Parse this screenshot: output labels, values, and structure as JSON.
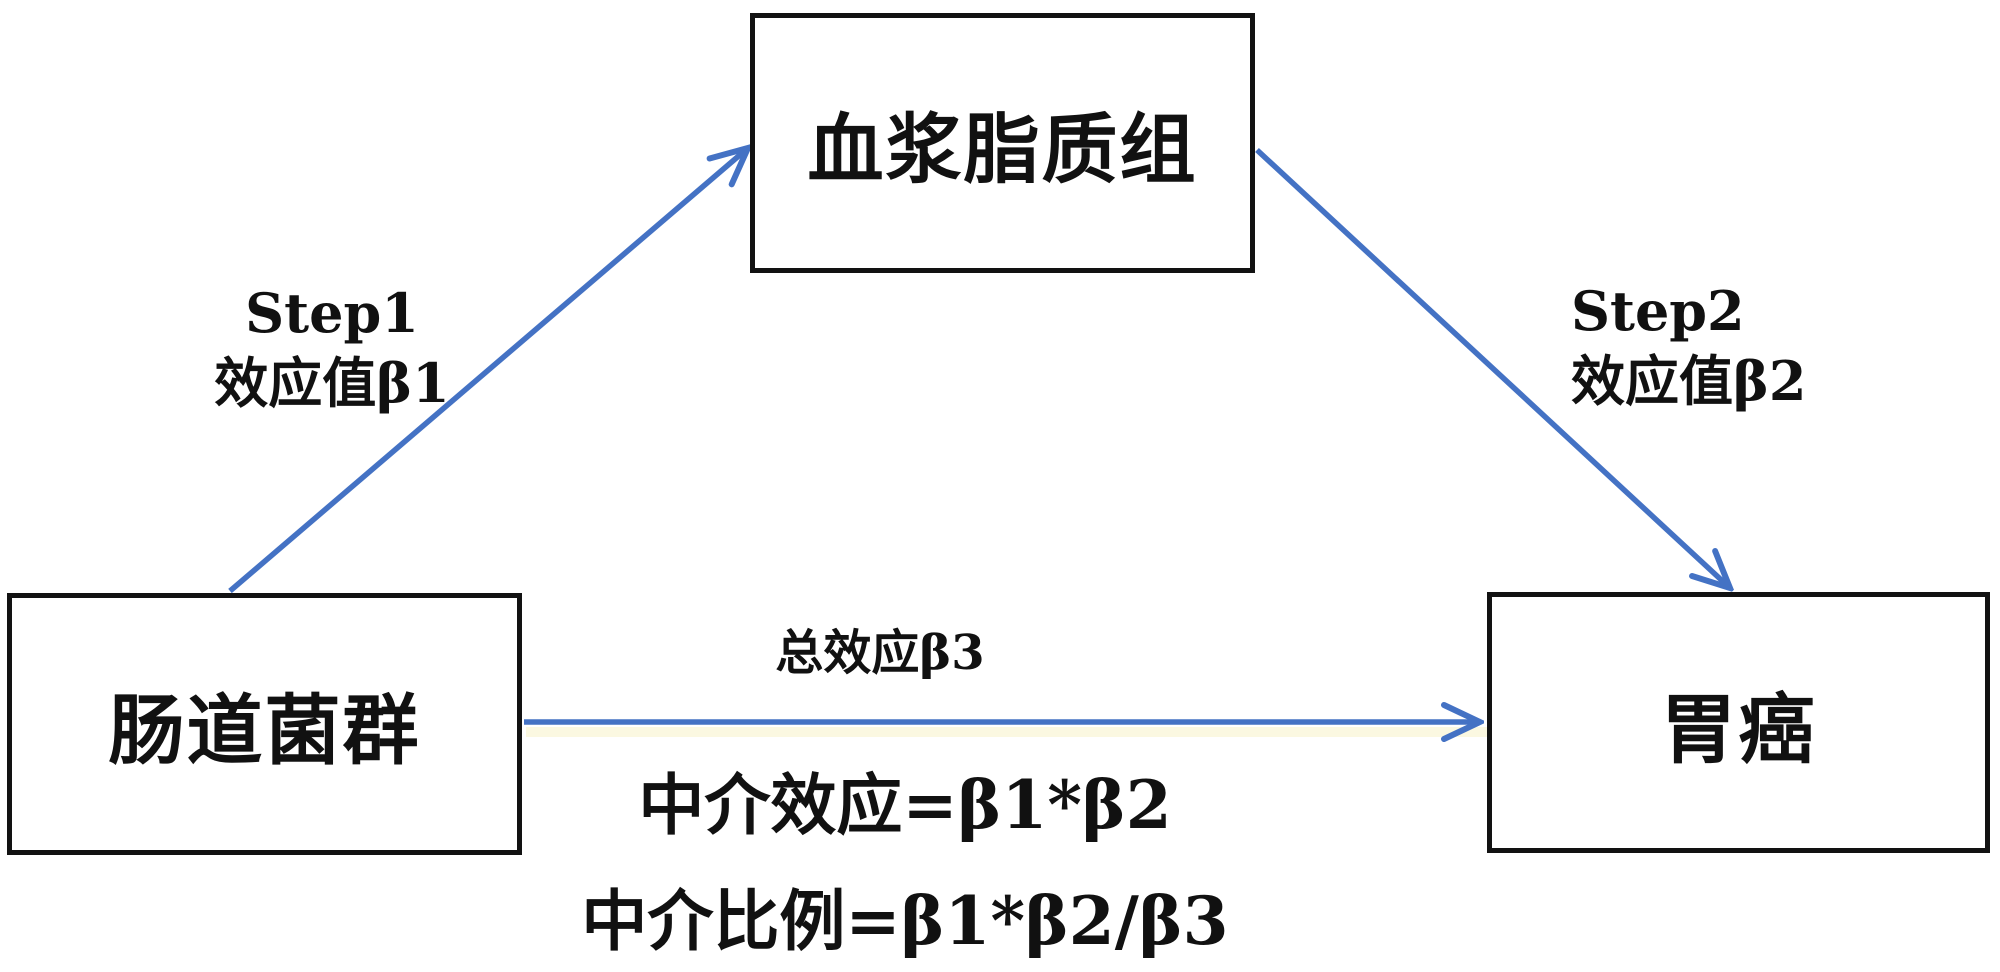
{
  "diagram": {
    "type": "mediation-analysis",
    "colors": {
      "arrow": "#4472C4",
      "border": "#121212",
      "text": "#111111",
      "highlight": "#faf7dc",
      "speck": "#e9b8ae"
    },
    "nodes": {
      "mediator": {
        "label": "血浆脂质组"
      },
      "exposure": {
        "label": "肠道菌群"
      },
      "outcome": {
        "label": "胃癌"
      }
    },
    "edges": {
      "step1": {
        "name": "Step1",
        "effect": "效应值β1"
      },
      "step2": {
        "name": "Step2",
        "effect": "效应值β2"
      },
      "total": {
        "label": "总效应β3"
      }
    },
    "formulas": {
      "mediation_effect": "中介效应=β1*β2",
      "mediation_ratio": "中介比例=β1*β2/β3"
    }
  }
}
